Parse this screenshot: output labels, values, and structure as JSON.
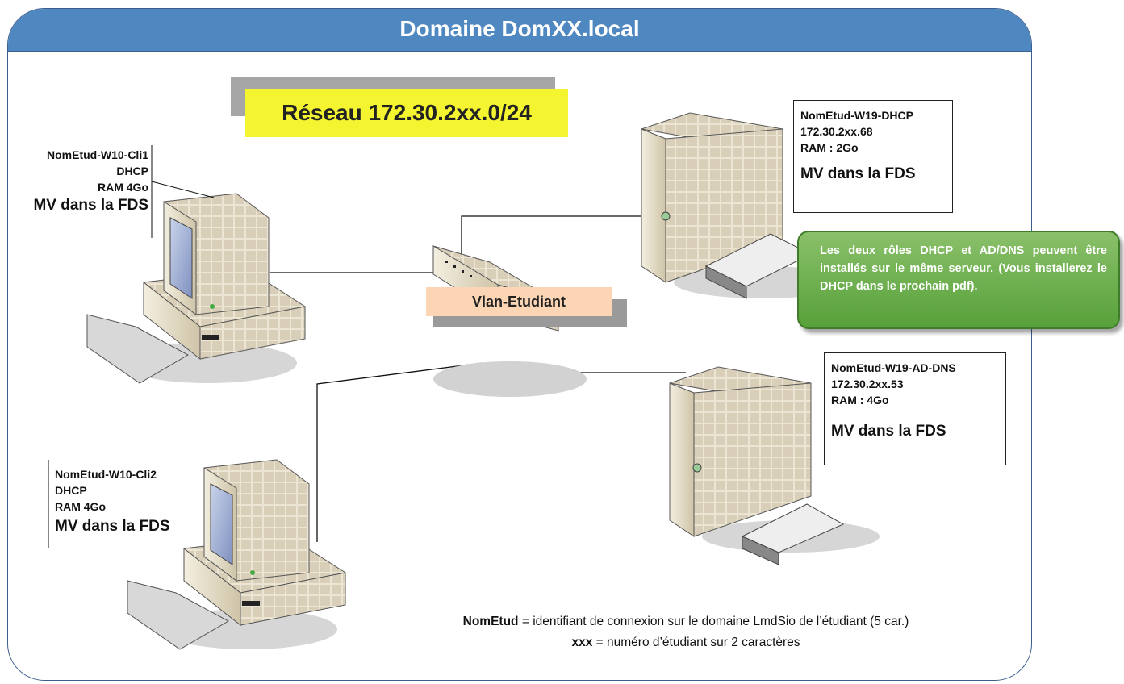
{
  "domain_title": "Domaine DomXX.local",
  "network_label": "Réseau 172.30.2xx.0/24",
  "vlan_label": "Vlan-Etudiant",
  "client1": {
    "name": "NomEtud-W10-Cli1",
    "ip": "DHCP",
    "ram": "RAM 4Go",
    "location": "MV dans la FDS"
  },
  "client2": {
    "name": "NomEtud-W10-Cli2",
    "ip": "DHCP",
    "ram": "RAM 4Go",
    "location": "MV dans la FDS"
  },
  "server_dhcp": {
    "name": "NomEtud-W19-DHCP",
    "ip": "172.30.2xx.68",
    "ram": "RAM : 2Go",
    "location": "MV dans la FDS"
  },
  "server_addns": {
    "name": "NomEtud-W19-AD-DNS",
    "ip": "172.30.2xx.53",
    "ram": "RAM : 4Go",
    "location": "MV dans la FDS"
  },
  "note": "Les deux rôles DHCP et AD/DNS peuvent être installés sur le même serveur. (Vous installerez le DHCP dans le prochain pdf).",
  "legend": {
    "line1_term": "NomEtud",
    "line1_text": " = identifiant de connexion sur le domaine LmdSio de l’étudiant (5 car.)",
    "line2_term": "xxx",
    "line2_text": " = numéro d’étudiant sur 2 caractères"
  },
  "colors": {
    "header": "#4f87c0",
    "highlight": "#f4f430",
    "vlan": "#fcd5b4",
    "note": "#6aaa4a"
  }
}
